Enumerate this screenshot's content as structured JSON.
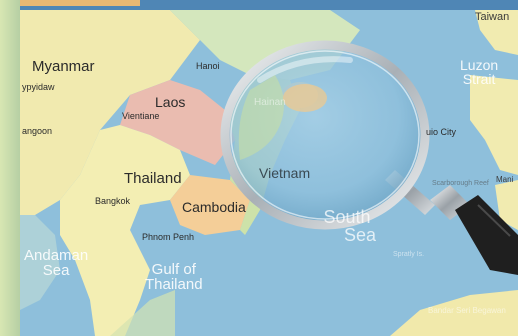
{
  "countries": {
    "myanmar": "Myanmar",
    "laos": "Laos",
    "thailand": "Thailand",
    "cambodia": "Cambodia",
    "vietnam": "Vietnam",
    "taiwan": "Taiwan"
  },
  "cities": {
    "pyinmana": "ypyidaw",
    "yangon": "angoon",
    "hanoi": "Hanoi",
    "vientiane": "Vientiane",
    "bangkok": "Bangkok",
    "phnom_penh": "Phnom Penh",
    "quezon": "uio City",
    "bandar": "Bandar Seri Begawan",
    "spratly": "Spratly Is.",
    "scarb": "Scarborough Reef",
    "hainan": "Hainan",
    "mani": "Mani"
  },
  "seas": {
    "andaman": [
      "Andaman",
      "Sea"
    ],
    "gulf": [
      "Gulf of",
      "Thailand"
    ],
    "south_china": [
      "South",
      "Sea"
    ],
    "luzon": [
      "Luzon",
      "Strait"
    ]
  },
  "colors": {
    "ocean": "#7fb7d6",
    "land_yellow": "#f0e9a8",
    "land_green": "#cbe2b0",
    "land_orange": "#f3c98b",
    "land_pink": "#e7b1a4",
    "lens_rim": "#c8ced3",
    "handle": "#222222"
  },
  "icons": {
    "magnifying_glass": "magnifying-glass-icon"
  }
}
